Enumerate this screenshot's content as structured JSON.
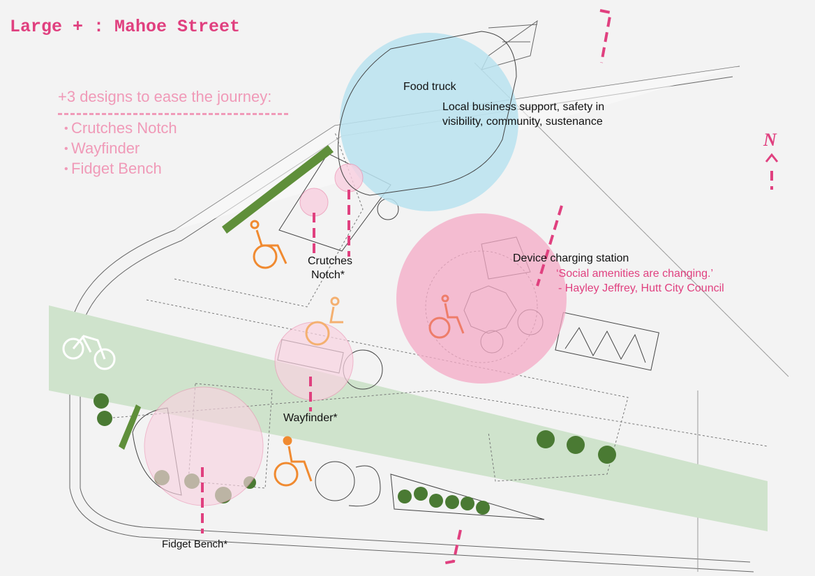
{
  "title": "Large + : Mahoe Street",
  "intro": {
    "heading": "+3 designs to ease the journey:",
    "items": [
      "Crutches Notch",
      "Wayfinder",
      "Fidget Bench"
    ]
  },
  "labels": {
    "food_truck": "Food truck",
    "food_truck_desc_1": "Local business support, safety in",
    "food_truck_desc_2": "visibility, community, sustenance",
    "crutches_1": "Crutches",
    "crutches_2": "Notch*",
    "device_charging": "Device charging station",
    "quote_1": "‘Social amenities are changing.’",
    "quote_2": "- Hayley Jeffrey, Hutt City Council",
    "wayfinder": "Wayfinder*",
    "fidget_bench": "Fidget Bench*"
  },
  "north": "N",
  "colors": {
    "accent": "#e0407f",
    "soft_pink": "#f09ab8",
    "blue_zone": "#b8e2ef",
    "pink_zone": "#f4a9c6",
    "path_green": "#cfe3cc",
    "accessibility_orange": "#f08a30"
  }
}
